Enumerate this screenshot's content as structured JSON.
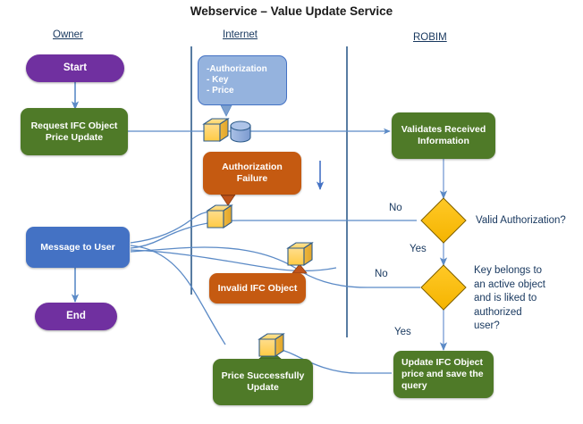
{
  "title": "Webservice – Value Update Service",
  "colors": {
    "purple": "#7030A0",
    "green": "#4F7A28",
    "blue": "#4472C4",
    "lightblue": "#95B3DE",
    "orange": "#C55A11",
    "yellow": "#FFC000",
    "connector": "#5B8AC6",
    "lane_line": "#2E5C8A",
    "text_dark": "#17375E",
    "cube_fill": "#FFD966",
    "cube_outline": "#2E5C8A",
    "cylinder_fill": "#8EAADB"
  },
  "lanes": [
    {
      "name": "lane-owner",
      "label": "Owner"
    },
    {
      "name": "lane-internet",
      "label": "Internet"
    },
    {
      "name": "lane-robim",
      "label": "ROBIM"
    }
  ],
  "nodes": {
    "start": "Start",
    "request_update": "Request IFC Object Price Update",
    "message_to_user": "Message to User",
    "end": "End",
    "payload": "-Authorization\n- Key\n- Price",
    "payload_lines": [
      "-Authorization",
      "- Key",
      "- Price"
    ],
    "authorization_failure": "Authorization Failure",
    "invalid_ifc_object": "Invalid IFC Object",
    "price_successfully_update": "Price Successfully Update",
    "validates_received": "Validates Received Information",
    "update_ifc_object": "Update IFC Object price and save the query"
  },
  "decisions": [
    {
      "name": "decision-valid-authorization",
      "question": "Valid Authorization?"
    },
    {
      "name": "decision-key-belongs",
      "question": "Key belongs to an active object and is liked to authorized user?"
    }
  ],
  "decision_question_lines": {
    "valid_authorization": [
      "Valid Authorization?"
    ],
    "key_belongs": [
      "Key belongs to",
      "an active object",
      "and is liked to",
      "authorized",
      "user?"
    ]
  },
  "edge_labels": {
    "no_1": "No",
    "yes_1": "Yes",
    "no_2": "No",
    "yes_2": "Yes"
  },
  "icons": [
    {
      "name": "cube-icon-payload",
      "type": "cube"
    },
    {
      "name": "database-cylinder-icon",
      "type": "cylinder"
    },
    {
      "name": "cube-icon-auth-failure",
      "type": "cube"
    },
    {
      "name": "cube-icon-invalid-object",
      "type": "cube"
    },
    {
      "name": "cube-icon-price-updated",
      "type": "cube"
    }
  ]
}
